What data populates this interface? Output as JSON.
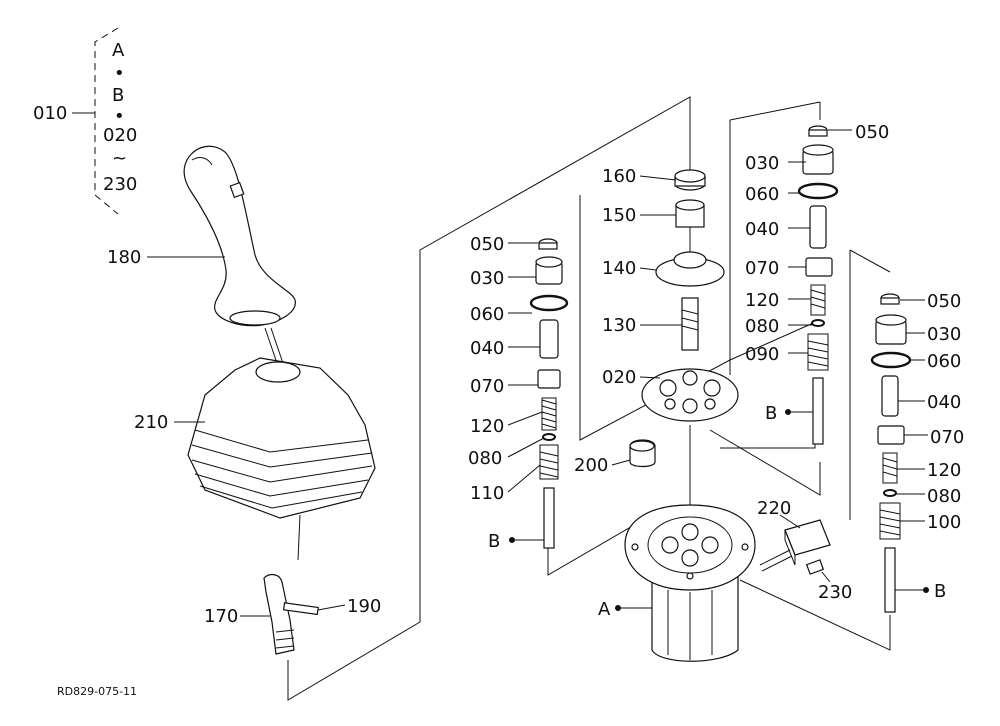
{
  "bracket_group": {
    "label": "010",
    "items": [
      "A",
      "•",
      "B",
      "•",
      "020",
      "~",
      "230"
    ]
  },
  "labels": {
    "p050a": "050",
    "p030a": "030",
    "p060a": "060",
    "p040a": "040",
    "p070a": "070",
    "p120a": "120",
    "p080a": "080",
    "p110": "110",
    "p160": "160",
    "p150": "150",
    "p140": "140",
    "p130": "130",
    "p020": "020",
    "p200": "200",
    "p220": "220",
    "p230": "230",
    "p050b": "050",
    "p030b": "030",
    "p060b": "060",
    "p040b": "040",
    "p070b": "070",
    "p120b": "120",
    "p080b": "080",
    "p090": "090",
    "p050c": "050",
    "p030c": "030",
    "p060c": "060",
    "p040c": "040",
    "p070c": "070",
    "p120c": "120",
    "p080c": "080",
    "p100": "100",
    "p180": "180",
    "p210": "210",
    "p170": "170",
    "p190": "190",
    "refA": "A",
    "refB1": "B",
    "refB2": "B",
    "refB3": "B"
  },
  "figure_code": "RD829-075-11"
}
